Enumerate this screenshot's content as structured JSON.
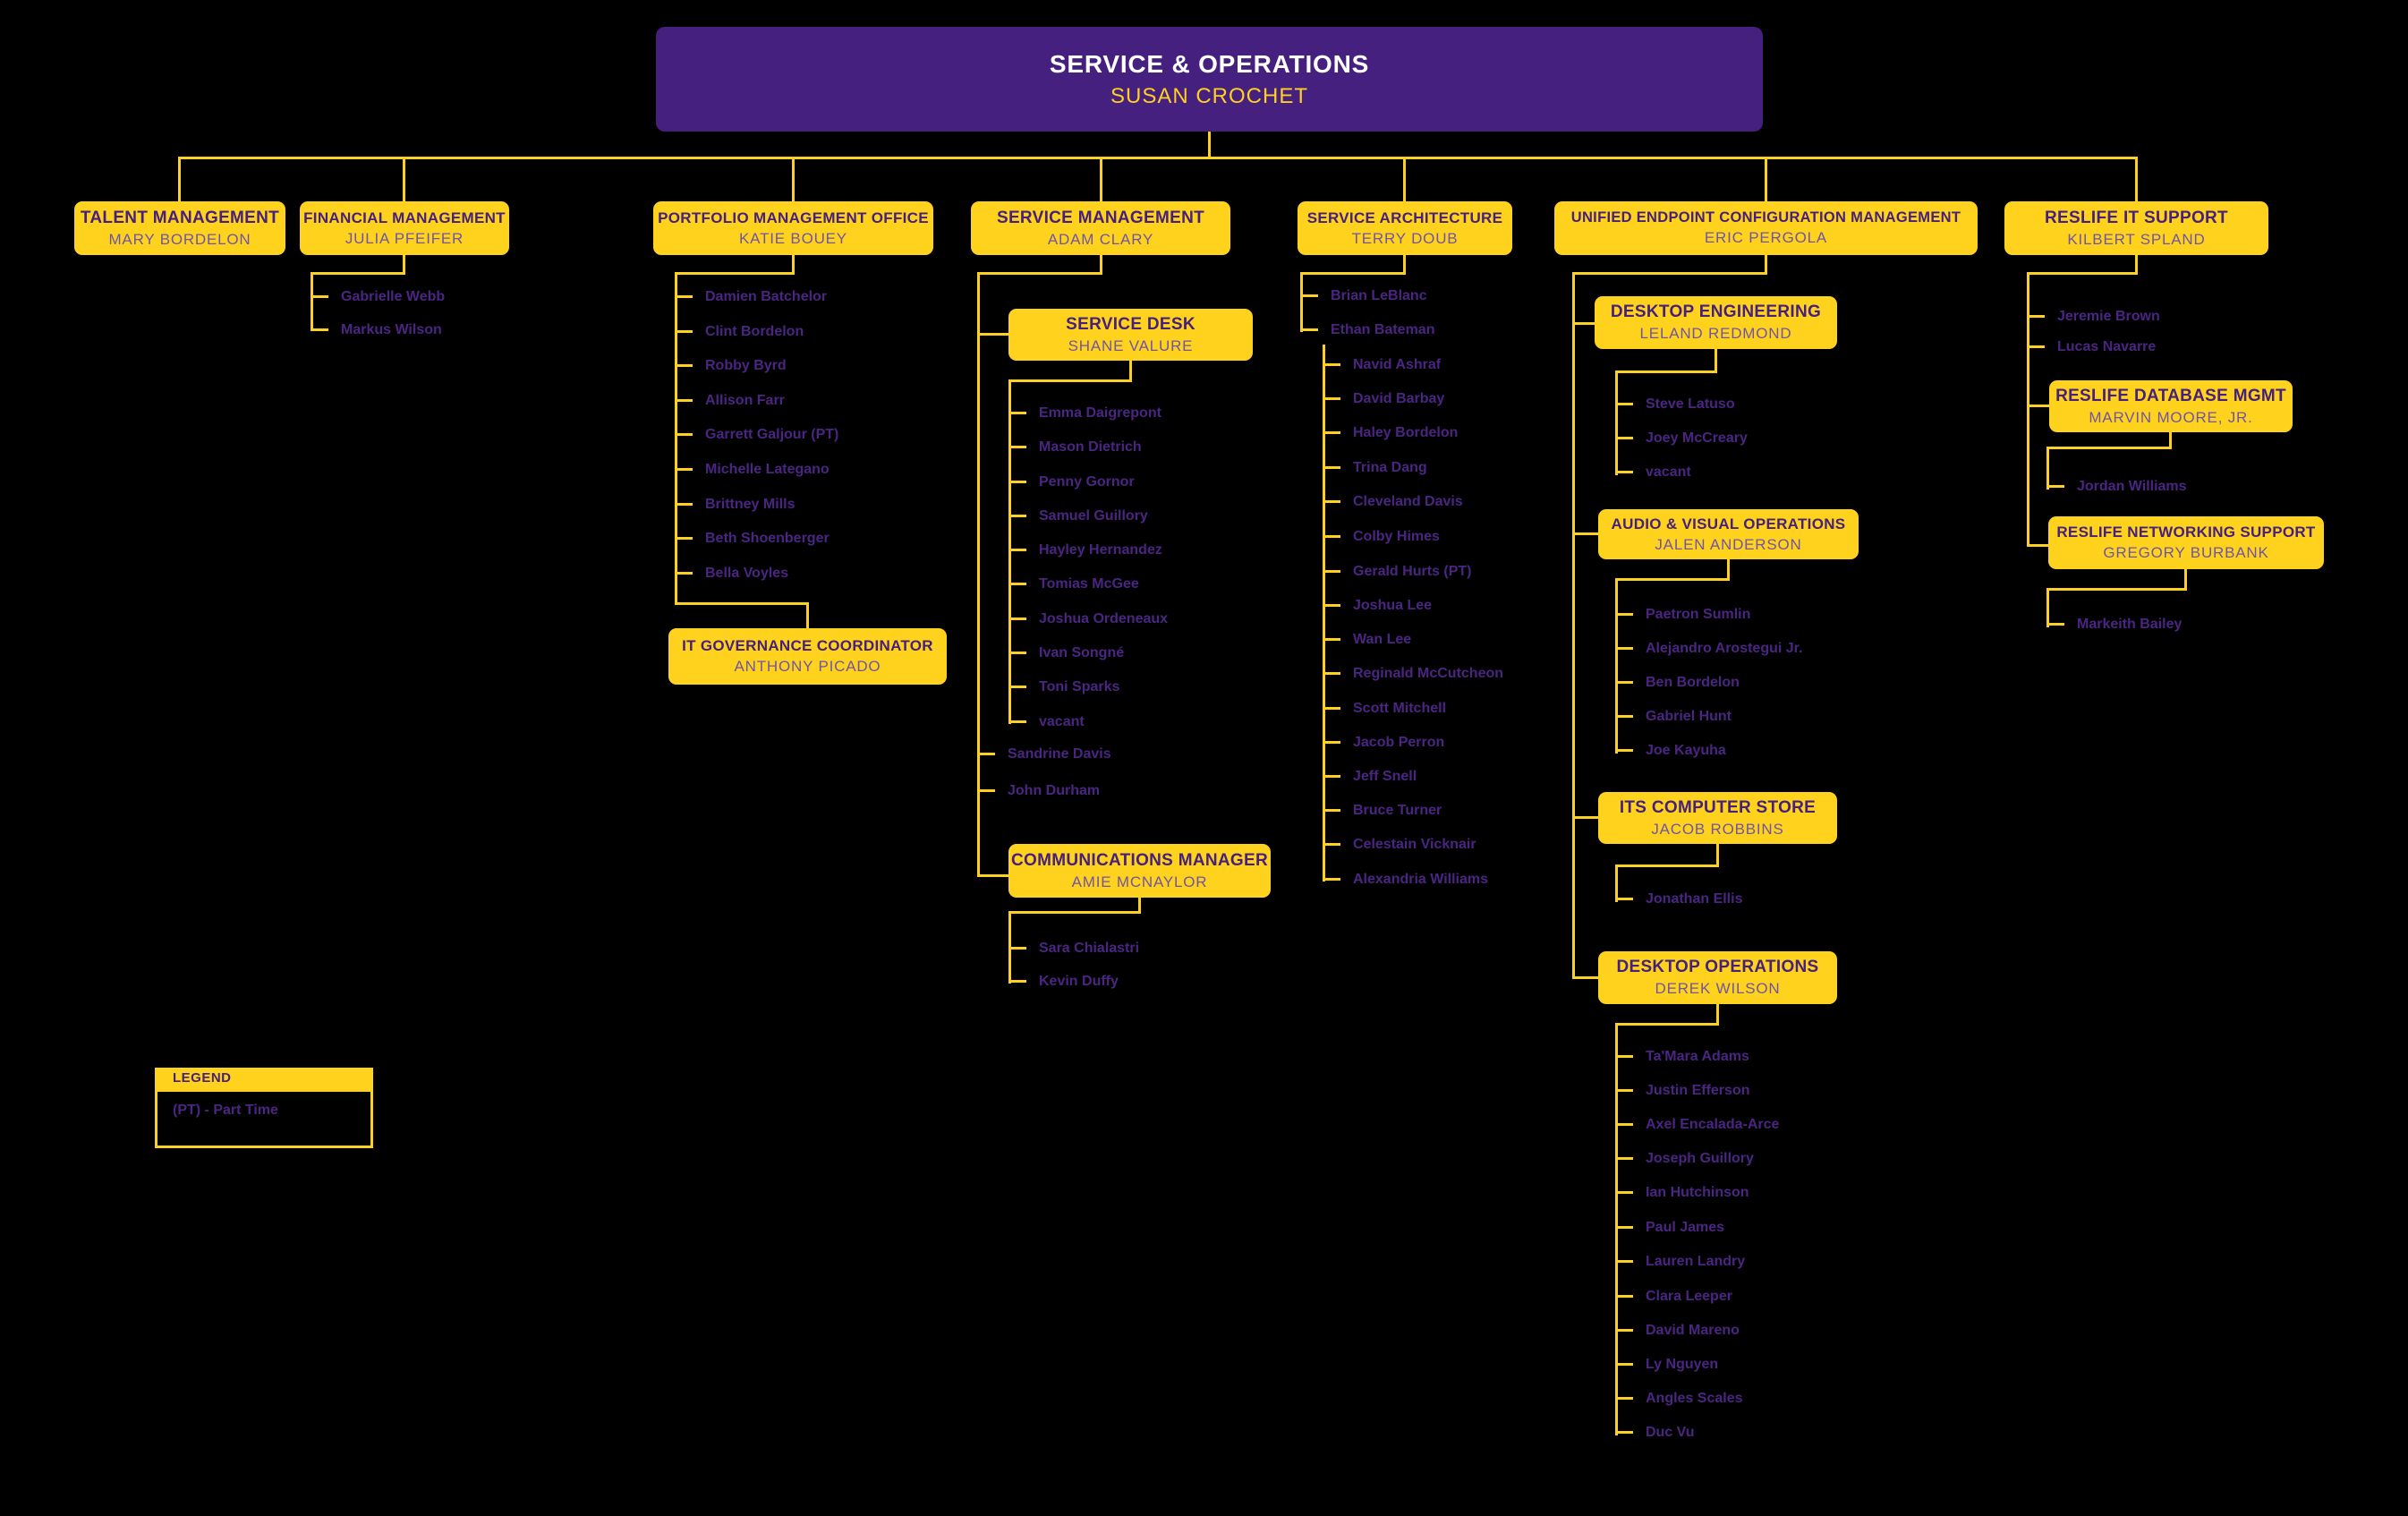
{
  "colors": {
    "background": "#000000",
    "gold_line": "#FDD023",
    "gold_box": "#FFD21E",
    "root_purple": "#45207F",
    "title_purple": "#45207C",
    "name_purple": "#6F55A5",
    "member_purple": "#4B2582",
    "root_title_white": "#FFFFFF"
  },
  "root": {
    "title": "SERVICE & OPERATIONS",
    "name": "SUSAN CROCHET"
  },
  "departments": {
    "talent": {
      "title": "TALENT MANAGEMENT",
      "name": "MARY BORDELON"
    },
    "financial": {
      "title": "FINANCIAL MANAGEMENT",
      "name": "JULIA PFEIFER",
      "members": [
        "Gabrielle Webb",
        "Markus Wilson"
      ]
    },
    "pmo": {
      "title": "PORTFOLIO MANAGEMENT OFFICE",
      "name": "KATIE BOUEY",
      "members": [
        "Damien Batchelor",
        "Clint Bordelon",
        "Robby Byrd",
        "Allison Farr",
        "Garrett Galjour (PT)",
        "Michelle Lategano",
        "Brittney Mills",
        "Beth Shoenberger",
        "Bella Voyles"
      ],
      "it_governance": {
        "title": "IT GOVERNANCE COORDINATOR",
        "name": "ANTHONY PICADO"
      }
    },
    "service_management": {
      "title": "SERVICE MANAGEMENT",
      "name": "ADAM CLARY",
      "service_desk": {
        "title": "SERVICE DESK",
        "name": "SHANE VALURE",
        "members": [
          "Emma Daigrepont",
          "Mason Dietrich",
          "Penny Gornor",
          "Samuel Guillory",
          "Hayley Hernandez",
          "Tomias McGee",
          "Joshua Ordeneaux",
          "Ivan Songné",
          "Toni Sparks",
          "vacant"
        ]
      },
      "members": [
        "Sandrine Davis",
        "John Durham"
      ],
      "communications": {
        "title": "COMMUNICATIONS MANAGER",
        "name": "AMIE MCNAYLOR",
        "members": [
          "Sara Chialastri",
          "Kevin Duffy"
        ]
      }
    },
    "service_architecture": {
      "title": "SERVICE ARCHITECTURE",
      "name": "TERRY DOUB",
      "members": [
        "Brian LeBlanc",
        "Ethan Bateman"
      ],
      "bateman_team": [
        "Navid Ashraf",
        "David Barbay",
        "Haley Bordelon",
        "Trina Dang",
        "Cleveland Davis",
        "Colby Himes",
        "Gerald Hurts (PT)",
        "Joshua Lee",
        "Wan Lee",
        "Reginald McCutcheon",
        "Scott Mitchell",
        "Jacob Perron",
        "Jeff Snell",
        "Bruce Turner",
        "Celestain Vicknair",
        "Alexandria Williams"
      ]
    },
    "uecm": {
      "title": "UNIFIED ENDPOINT CONFIGURATION MANAGEMENT",
      "name": "ERIC PERGOLA",
      "desktop_engineering": {
        "title": "DESKTOP ENGINEERING",
        "name": "LELAND REDMOND",
        "members": [
          "Steve Latuso",
          "Joey McCreary",
          "vacant"
        ]
      },
      "audio_visual": {
        "title": "AUDIO & VISUAL OPERATIONS",
        "name": "JALEN ANDERSON",
        "members": [
          "Paetron Sumlin",
          "Alejandro Arostegui Jr.",
          "Ben Bordelon",
          "Gabriel Hunt",
          "Joe Kayuha"
        ]
      },
      "computer_store": {
        "title": "ITS COMPUTER STORE",
        "name": "JACOB ROBBINS",
        "members": [
          "Jonathan Ellis"
        ]
      },
      "desktop_operations": {
        "title": "DESKTOP OPERATIONS",
        "name": "DEREK WILSON",
        "members": [
          "Ta'Mara Adams",
          "Justin Efferson",
          "Axel Encalada-Arce",
          "Joseph Guillory",
          "Ian Hutchinson",
          "Paul James",
          "Lauren Landry",
          "Clara Leeper",
          "David Mareno",
          "Ly Nguyen",
          "Angles Scales",
          "Duc Vu"
        ]
      }
    },
    "reslife": {
      "title": "RESLIFE IT SUPPORT",
      "name": "KILBERT SPLAND",
      "members": [
        "Jeremie Brown",
        "Lucas Navarre"
      ],
      "database_mgmt": {
        "title": "RESLIFE DATABASE MGMT",
        "name": "MARVIN MOORE, JR.",
        "members": [
          "Jordan Williams"
        ]
      },
      "networking": {
        "title": "RESLIFE NETWORKING SUPPORT",
        "name": "GREGORY BURBANK",
        "members": [
          "Markeith Bailey"
        ]
      }
    }
  },
  "legend": {
    "title": "LEGEND",
    "entries": [
      "(PT) - Part Time"
    ]
  }
}
